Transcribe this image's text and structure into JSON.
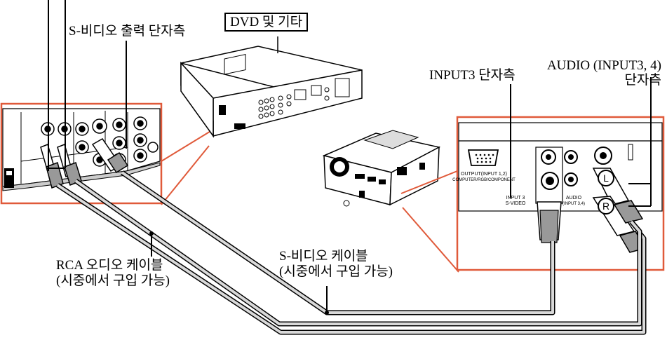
{
  "labels": {
    "svideo_output_terminal": "S-비디오 출력 단자측",
    "dvd_etc": "DVD 및 기타",
    "input3_terminal": "INPUT3 단자측",
    "audio_terminal_line1": "AUDIO (INPUT3, 4)",
    "audio_terminal_line2": "단자측",
    "svideo_cable_line1": "S-비디오 케이블",
    "svideo_cable_line2": "(시중에서 구입 가능)",
    "rca_cable_line1": "RCA 오디오 케이블",
    "rca_cable_line2": "(시중에서 구입 가능)"
  },
  "panel_text": {
    "output_input12": "OUTPUT(INPUT 1,2)",
    "computer_rgb": "COMPUTER/RGB/COMPONENT",
    "input3_svideo_line1": "INPUT 3",
    "input3_svideo_line2": "S-VIDEO",
    "audio_line1": "AUDIO",
    "audio_line2": "(INPUT 3,4)",
    "jack_left": "L",
    "jack_right": "R"
  },
  "colors": {
    "callout": "#e05a3a",
    "line": "#000000",
    "cable_fill": "#d9d9d9",
    "device_fill": "#ffffff"
  }
}
